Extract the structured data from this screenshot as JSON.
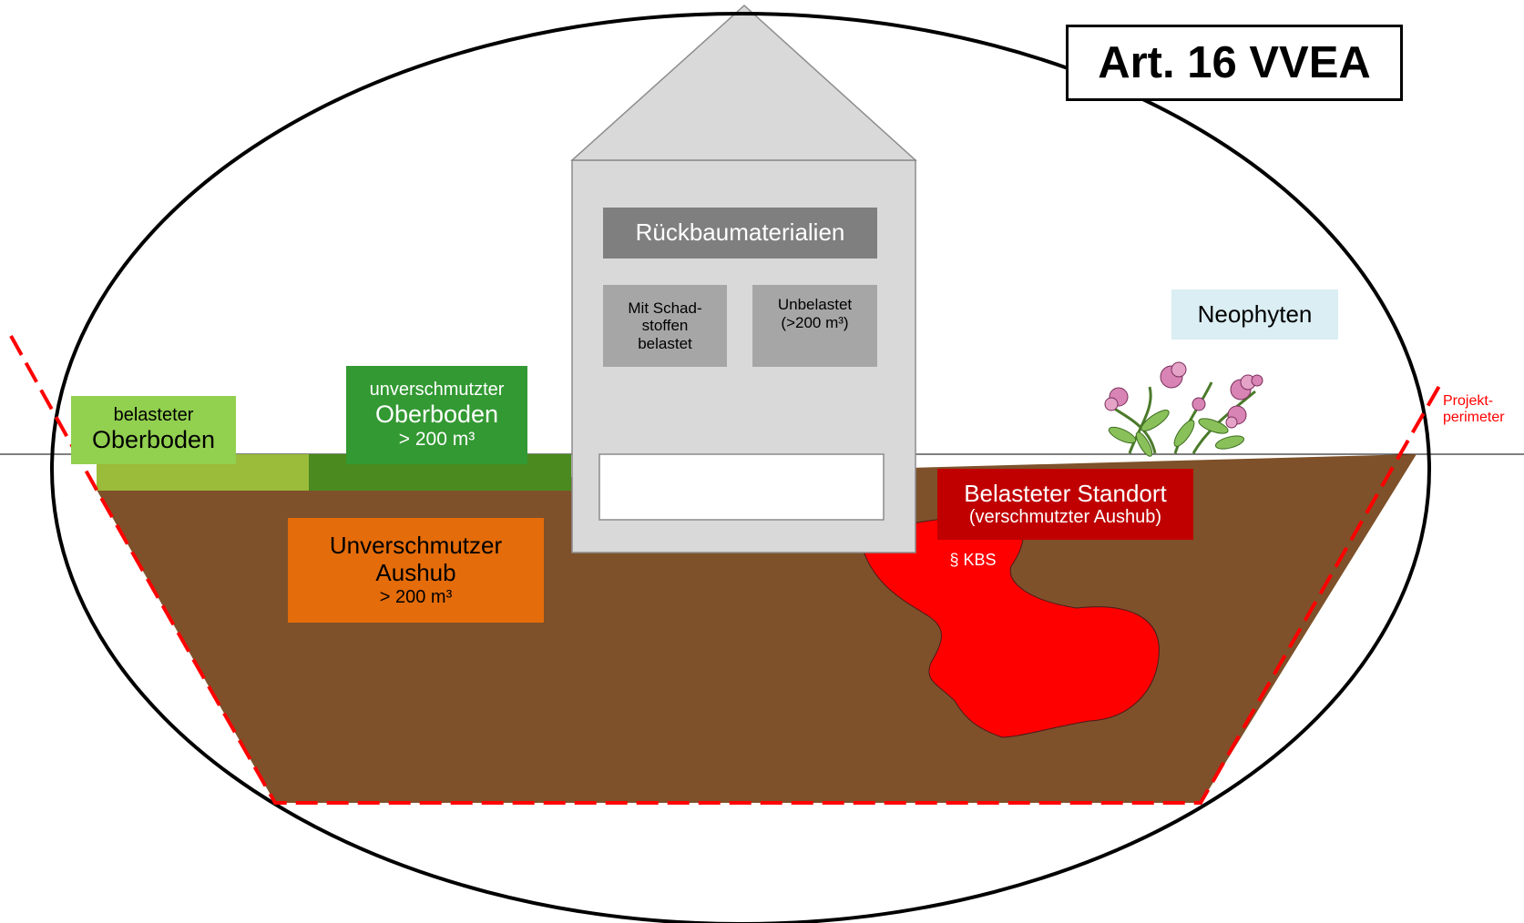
{
  "title": "Art. 16 VVEA",
  "building": {
    "label": "Rückbaumaterialien",
    "left_box": [
      "Mit Schad-",
      "stoffen",
      "belastet"
    ],
    "right_box": {
      "line1": "Unbelastet",
      "line2": "(>200 m³)"
    }
  },
  "labels": {
    "belasteter_oberboden": {
      "small": "belasteter",
      "big": "Oberboden"
    },
    "unverschmutzter_oberboden": {
      "small": "unverschmutzter",
      "big": "Oberboden",
      "amount": "> 200 m³"
    },
    "unverschmutzter_aushub": {
      "line1": "Unverschmutzer",
      "line2": "Aushub",
      "amount": "> 200 m³"
    },
    "belasteter_standort": {
      "title": "Belasteter Standort",
      "subtitle": "(verschmutzter Aushub)"
    },
    "kbs": "§ KBS",
    "neophyten": "Neophyten",
    "projektperimeter": [
      "Projekt-",
      "perimeter"
    ]
  },
  "colors": {
    "soil": "#7e512a",
    "perimeter": "#ff0000",
    "belasteter_oberboden": "#92d050",
    "unverschmutzter_oberboden": "#339933",
    "aushub": "#e46c0a",
    "standort_box": "#c00000",
    "contamination": "#ff0000",
    "building": "#d9d9d9",
    "building_label": "#7f7f7f",
    "neophyten_bg": "#daeef3"
  }
}
